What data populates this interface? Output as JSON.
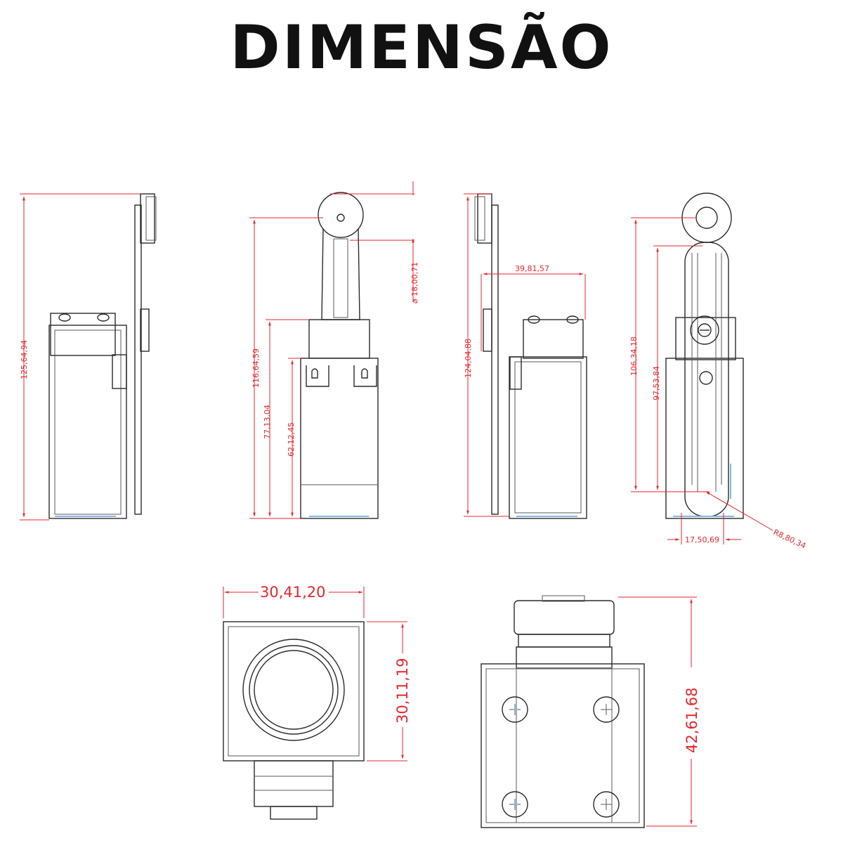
{
  "title": "DIMENSÃO",
  "dimensions": {
    "v1_height": "125,64,94",
    "v2_total": "116,64,59",
    "v2_mid": "77,13,04",
    "v2_body": "62,12,45",
    "v2_diameter": "⌀ 18,00,71",
    "v3_height": "124,04,88",
    "v3_width": "39,81,57",
    "v4_total": "106,34,18",
    "v4_lever": "97,53,84",
    "v4_bottom": "17,50,69",
    "v4_radius": "R8,80,34",
    "top_width": "30,41,20",
    "top_depth": "30,11,19",
    "back_height": "42,61,68"
  },
  "colors": {
    "dimension": "#e8262c",
    "outline": "#2b2b2b",
    "accent": "#8ab6e0"
  }
}
